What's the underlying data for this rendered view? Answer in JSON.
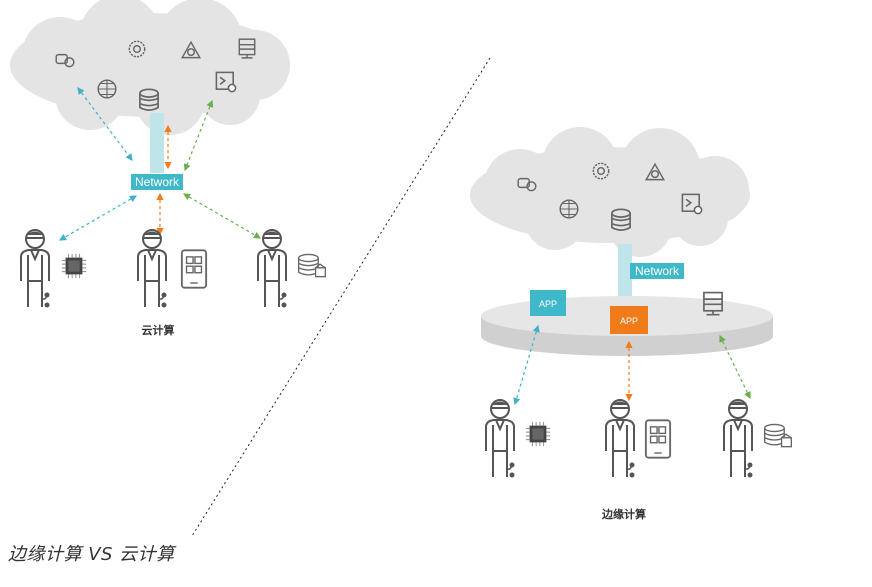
{
  "cloud_diagram": {
    "network_label": "Network",
    "caption": "云计算"
  },
  "edge_diagram": {
    "network_label": "Network",
    "app_label_1": "APP",
    "app_label_2": "APP",
    "caption": "边缘计算"
  },
  "footer_title": "边缘计算 VS 云计算",
  "colors": {
    "network": "#3fb8c9",
    "app_orange": "#ef7b1a",
    "arrow_blue": "#3fb0c8",
    "arrow_orange": "#ef7b1a",
    "arrow_green": "#6ab04c",
    "cloud": "#e4e4e4",
    "person": "#555555"
  },
  "icons": [
    "server-icon",
    "database-icon",
    "globe-icon",
    "network-node-icon",
    "chip-icon",
    "tablet-icon",
    "storage-icon",
    "person-icon"
  ]
}
